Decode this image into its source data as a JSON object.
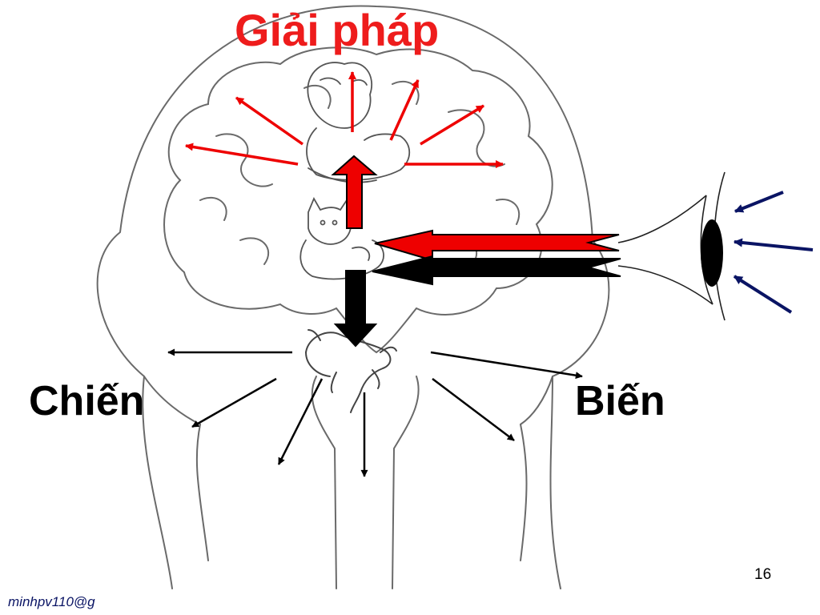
{
  "slide": {
    "title": "Giải pháp",
    "left_label": "Chiến",
    "right_label": "Biến",
    "page_number": "16",
    "footer": "minhpv110@g"
  },
  "colors": {
    "title": "#ee1c1c",
    "text": "#000000",
    "red_arrow": "#ee0000",
    "black_arrow": "#000000",
    "navy_arrow": "#0a1464",
    "line_art": "#6a6a6a"
  },
  "icons": [
    "head-outline-icon",
    "brain-outline-icon",
    "child-figure-icon",
    "cat-figure-icon",
    "lizard-figure-icon",
    "eye-icon"
  ]
}
